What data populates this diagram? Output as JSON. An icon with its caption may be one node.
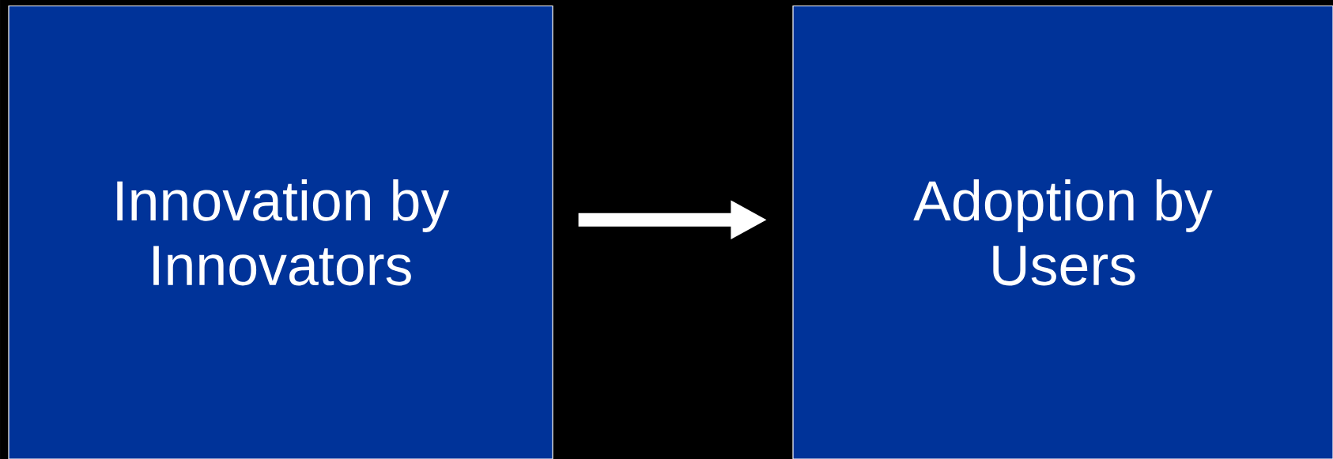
{
  "diagram": {
    "nodes": [
      {
        "text": [
          "Innovation by Innovators"
        ]
      },
      {
        "text": [
          "Adoption by Users"
        ]
      }
    ],
    "edges": [
      {
        "from": 0,
        "to": 1,
        "arrow": "to"
      }
    ]
  }
}
